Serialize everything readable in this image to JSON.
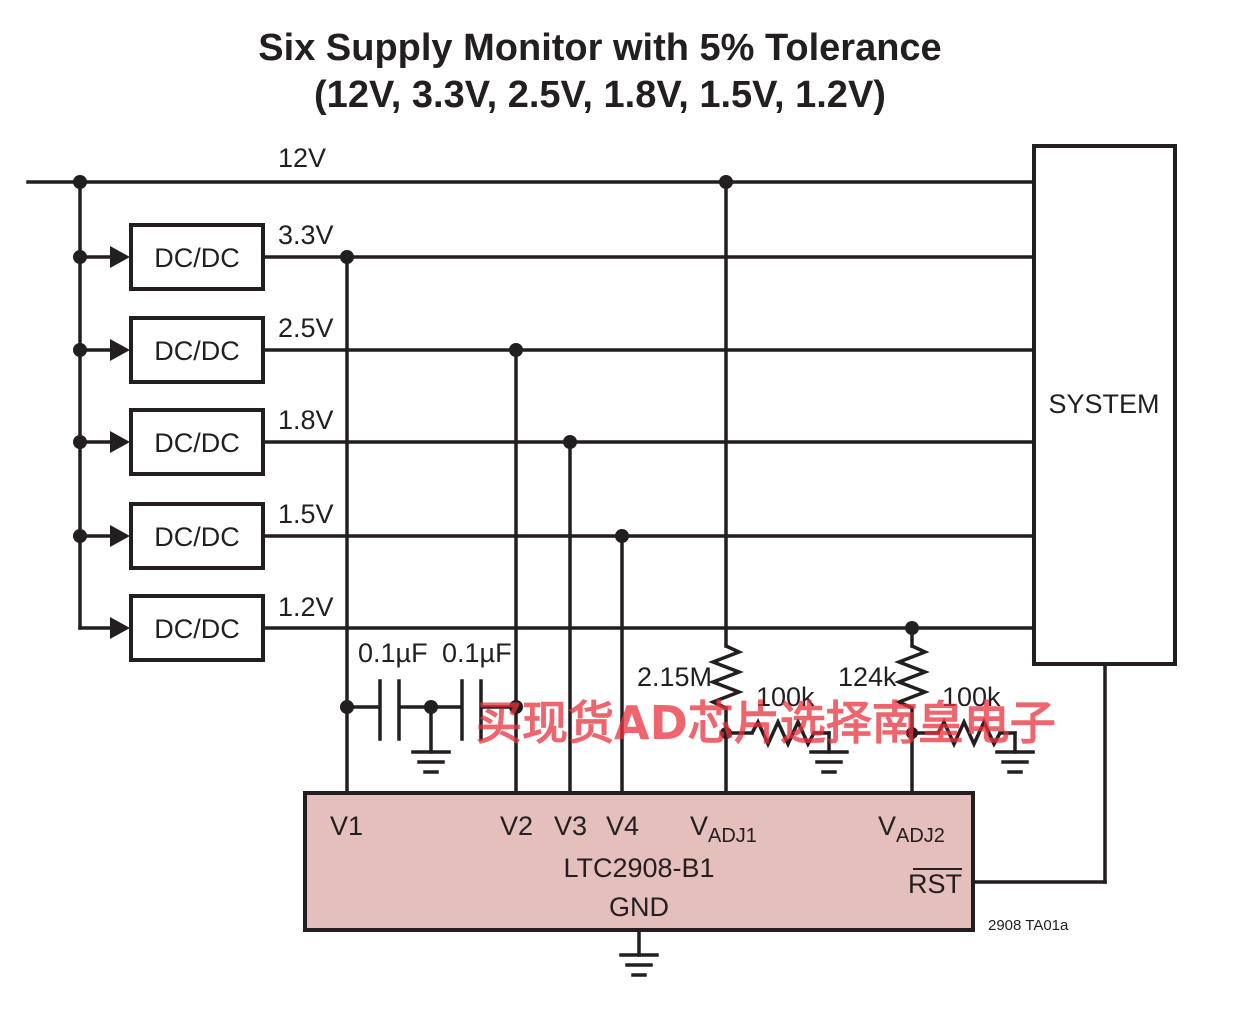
{
  "title": {
    "line1": "Six Supply Monitor with 5% Tolerance",
    "line2": "(12V, 3.3V, 2.5V, 1.8V, 1.5V, 1.2V)"
  },
  "rails": {
    "r12": "12V",
    "r33": "3.3V",
    "r25": "2.5V",
    "r18": "1.8V",
    "r15": "1.5V",
    "r12b": "1.2V"
  },
  "converters": [
    "DC/DC",
    "DC/DC",
    "DC/DC",
    "DC/DC",
    "DC/DC"
  ],
  "system": {
    "label": "SYSTEM"
  },
  "capacitors": {
    "c1": "0.1µF",
    "c2": "0.1µF"
  },
  "resistors": {
    "r1": "2.15M",
    "r2": "100k",
    "r3": "124k",
    "r4": "100k"
  },
  "ic": {
    "part": "LTC2908-B1",
    "gnd": "GND",
    "pin_v1": "V1",
    "pin_v2": "V2",
    "pin_v3": "V3",
    "pin_v4": "V4",
    "pin_vadj1_main": "V",
    "pin_vadj1_sub": "ADJ1",
    "pin_vadj2_main": "V",
    "pin_vadj2_sub": "ADJ2",
    "pin_rst": "RST"
  },
  "figure_id": "2908 TA01a",
  "watermark": "买现货AD芯片选择南皇电子"
}
